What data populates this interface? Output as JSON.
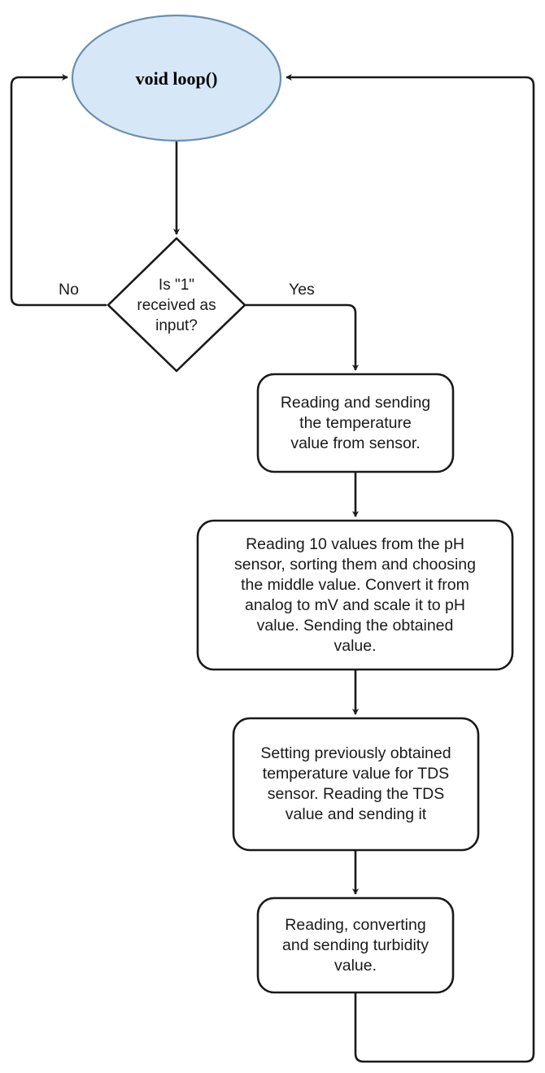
{
  "diagram": {
    "title": "void loop() sensor reading flowchart",
    "type": "flowchart",
    "background_color": "#ffffff",
    "stroke_color": "#1a1a1a",
    "start_fill_color": "#d6e8f7",
    "start_stroke_color": "#6b8fae",
    "process_fill_color": "#ffffff"
  },
  "nodes": {
    "start": {
      "shape": "ellipse",
      "label": "void loop()"
    },
    "decision": {
      "shape": "diamond",
      "label": "Is \"1\"\nreceived as\ninput?"
    },
    "temperature": {
      "shape": "rounded-rect",
      "label": "Reading and sending\nthe temperature\nvalue from sensor."
    },
    "ph": {
      "shape": "rounded-rect",
      "label": "Reading 10 values from the pH\nsensor, sorting them and choosing\nthe middle value. Convert it from\nanalog to mV and scale it to pH\nvalue. Sending the obtained\nvalue."
    },
    "tds": {
      "shape": "rounded-rect",
      "label": "Setting previously obtained\ntemperature value for TDS\nsensor. Reading the TDS\nvalue and sending it"
    },
    "turbidity": {
      "shape": "rounded-rect",
      "label": "Reading, converting\nand sending turbidity\nvalue."
    }
  },
  "edge_labels": {
    "no": "No",
    "yes": "Yes"
  }
}
